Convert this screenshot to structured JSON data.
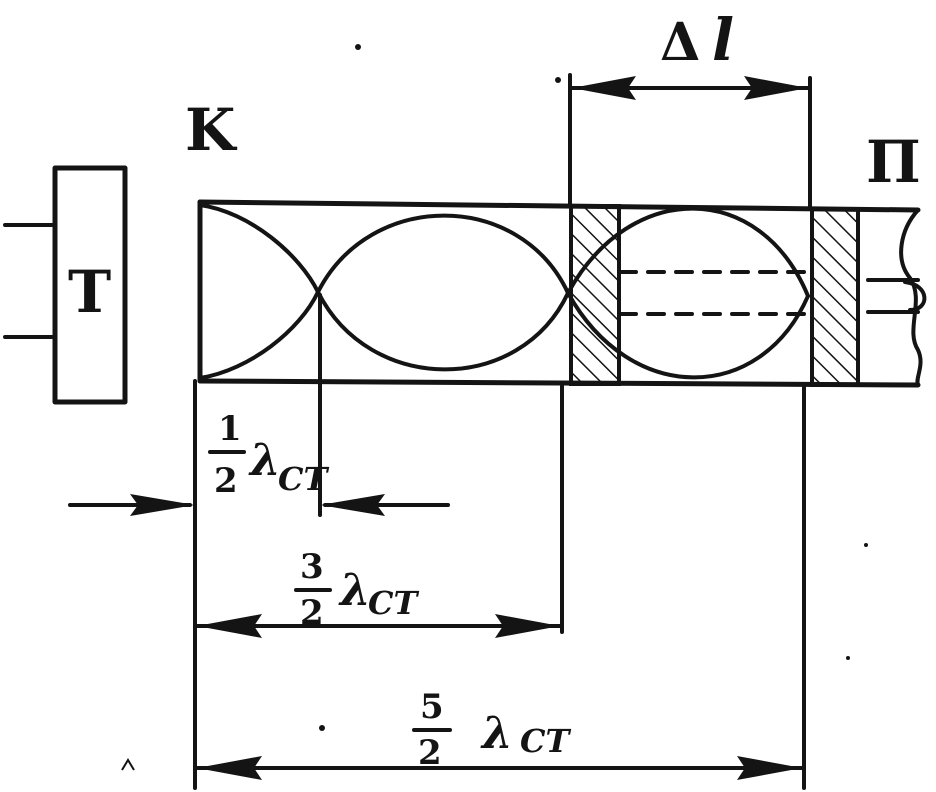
{
  "labels": {
    "delta": "Δ",
    "ell": "l",
    "k": "K",
    "t": "T",
    "p": "П"
  },
  "dims": {
    "half": {
      "num": "1",
      "den": "2",
      "lambda": "λ",
      "sub": "CT"
    },
    "three_half": {
      "num": "3",
      "den": "2",
      "lambda": "λ",
      "sub": "CT"
    },
    "five_half": {
      "num": "5",
      "den": "2",
      "lambda": "λ",
      "sub": "CT"
    }
  }
}
